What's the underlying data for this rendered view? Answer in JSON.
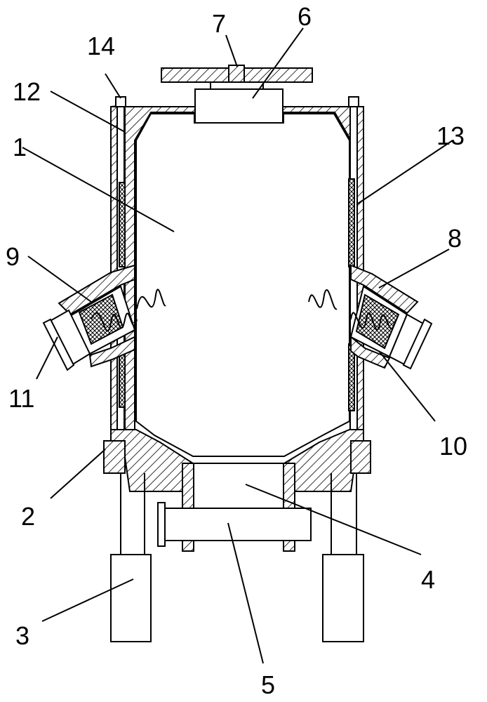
{
  "colors": {
    "ink": "#000000",
    "background": "#ffffff"
  },
  "labels": {
    "l1": "1",
    "l2": "2",
    "l3": "3",
    "l4": "4",
    "l5": "5",
    "l6": "6",
    "l7": "7",
    "l8": "8",
    "l9": "9",
    "l10": "10",
    "l11": "11",
    "l12": "12",
    "l13": "13",
    "l14": "14"
  }
}
